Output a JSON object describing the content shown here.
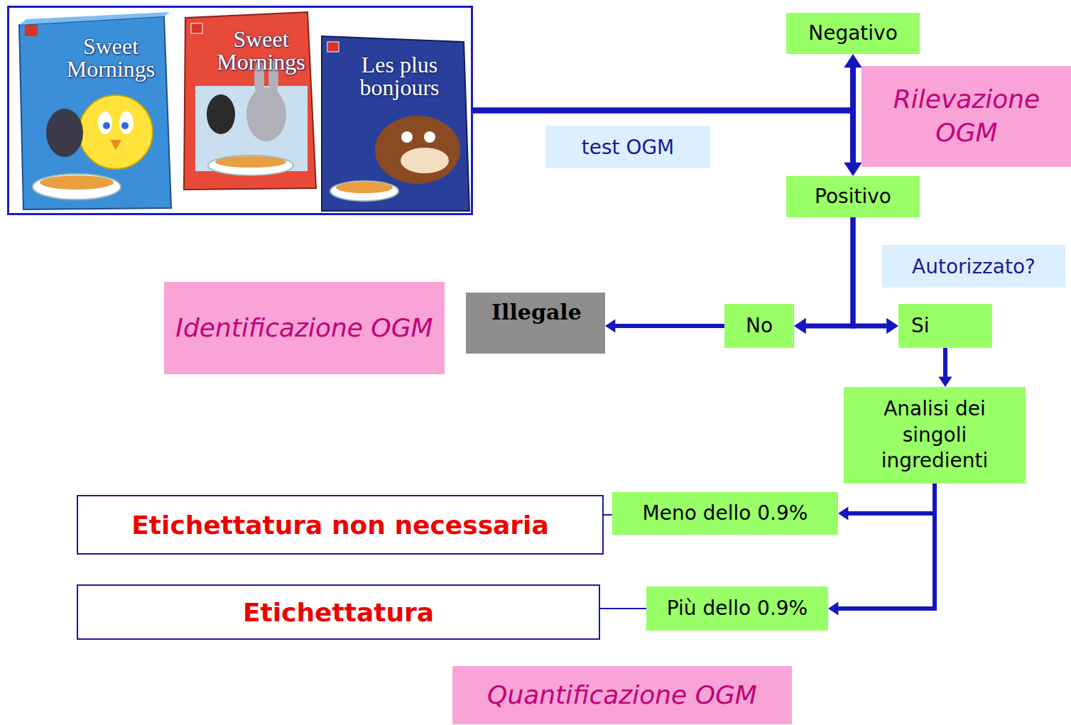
{
  "diagram": {
    "nodes": [
      {
        "text": [
          "Sweet Mornings",
          "Sweet Mornings",
          "Les plus bonjours"
        ]
      },
      {
        "text": [
          "Negativo"
        ]
      },
      {
        "text": [
          "Rilevazione OGM"
        ]
      },
      {
        "text": [
          "test OGM"
        ]
      },
      {
        "text": [
          "Positivo"
        ]
      },
      {
        "text": [
          "Autorizzato?"
        ]
      },
      {
        "text": [
          "Identificazione OGM"
        ]
      },
      {
        "text": [
          "Illegale"
        ]
      },
      {
        "text": [
          "No"
        ]
      },
      {
        "text": [
          "Si"
        ]
      },
      {
        "text": [
          "Analisi dei singoli ingredienti"
        ]
      },
      {
        "text": [
          "Etichettatura non necessaria"
        ]
      },
      {
        "text": [
          "Meno dello 0.9%"
        ]
      },
      {
        "text": [
          "Etichettatura"
        ]
      },
      {
        "text": [
          "Più dello 0.9%"
        ]
      },
      {
        "text": [
          "Quantificazione OGM"
        ]
      }
    ],
    "edges": [
      {
        "from": 0,
        "to": 1,
        "arrow": "to"
      },
      {
        "from": 0,
        "to": 4,
        "arrow": "to"
      },
      {
        "from": 4,
        "to": 8,
        "arrow": "to"
      },
      {
        "from": 4,
        "to": 9,
        "arrow": "to"
      },
      {
        "from": 8,
        "to": 7,
        "arrow": "to"
      },
      {
        "from": 9,
        "to": 10,
        "arrow": "to"
      },
      {
        "from": 10,
        "to": 12,
        "arrow": "to"
      },
      {
        "from": 10,
        "to": 14,
        "arrow": "to"
      },
      {
        "from": 12,
        "to": 11,
        "arrow": "none"
      },
      {
        "from": 14,
        "to": 13,
        "arrow": "none"
      }
    ]
  }
}
